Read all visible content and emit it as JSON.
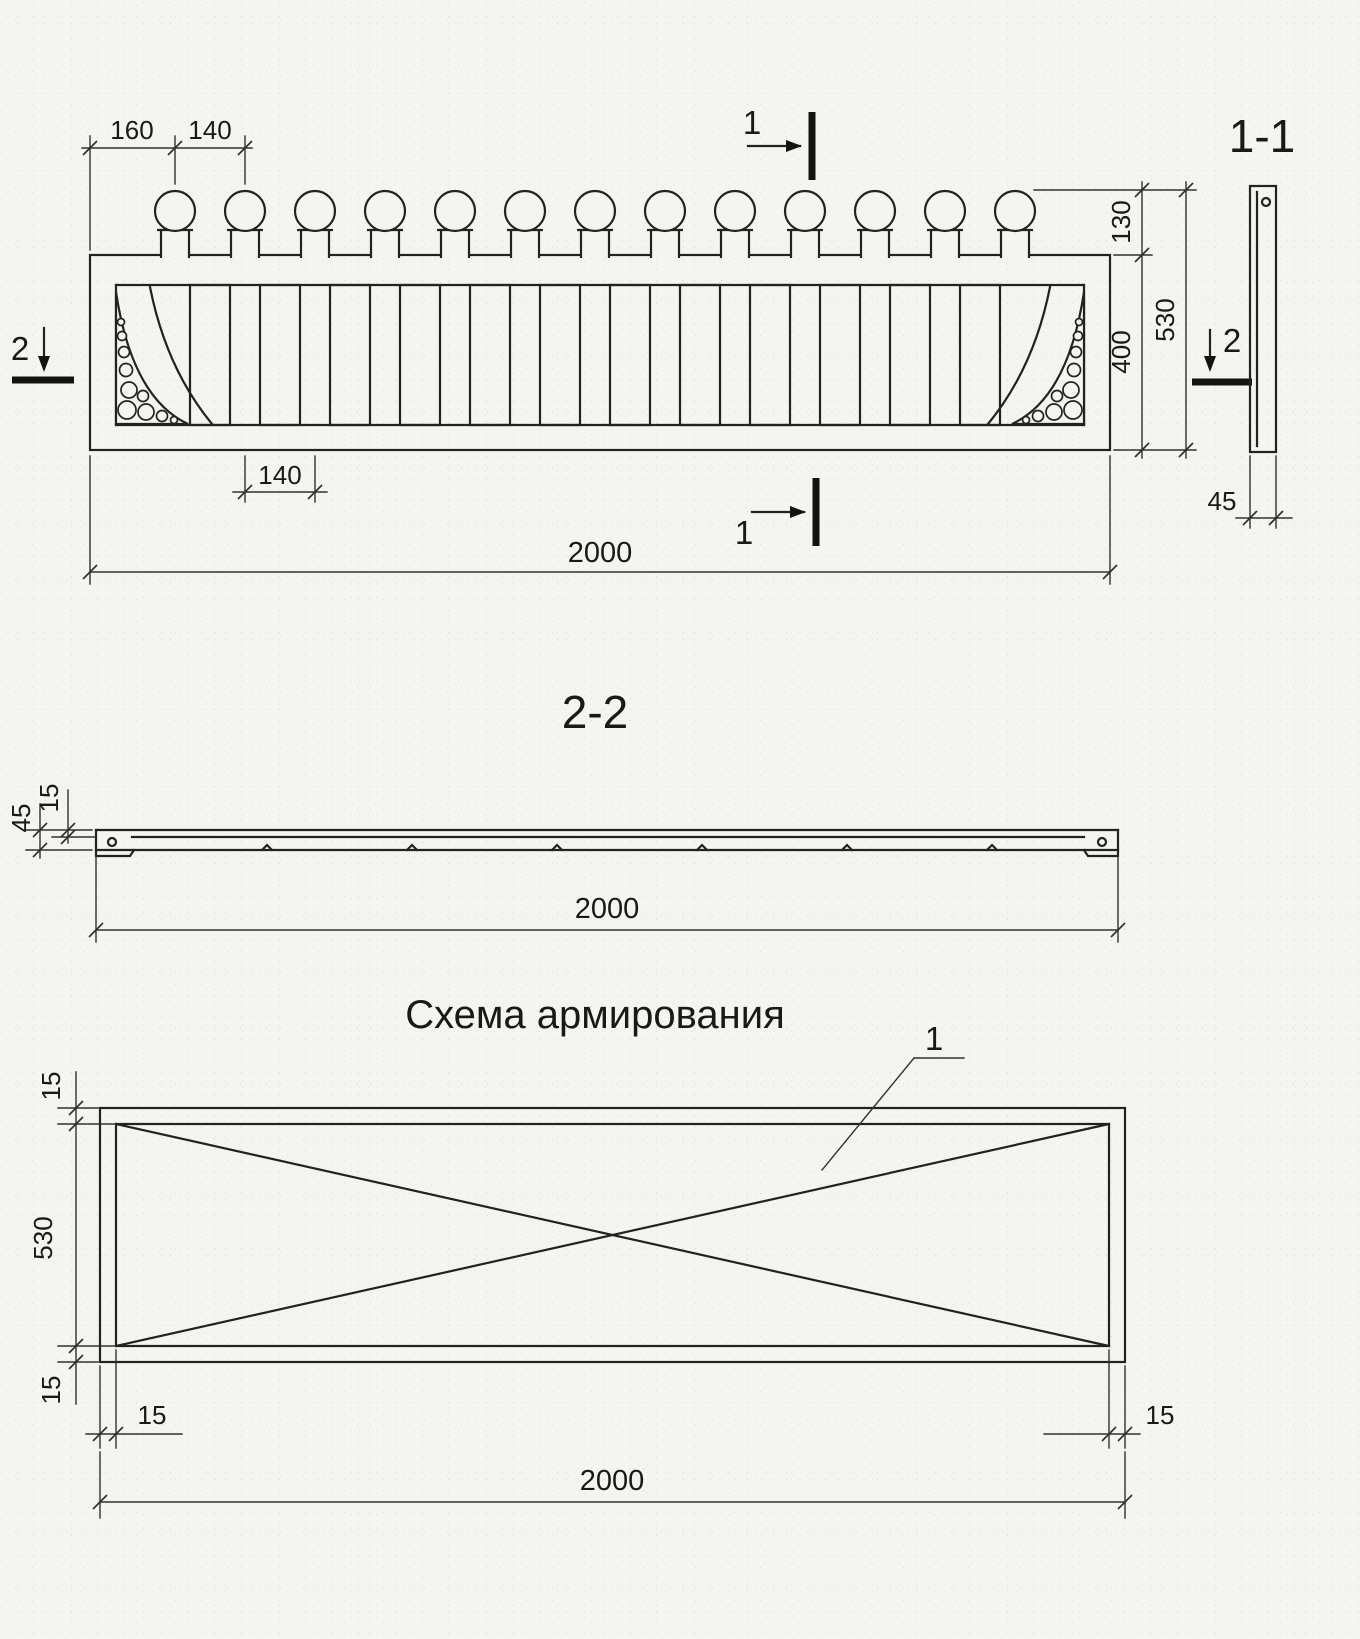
{
  "palette": {
    "paper": "#f4f4f1",
    "ink": "#22221f"
  },
  "elevation": {
    "dims": {
      "d160": "160",
      "d140_top": "140",
      "d130": "130",
      "d400": "400",
      "d530": "530",
      "d140_bottom": "140",
      "d2000": "2000"
    },
    "markers": {
      "m1_top": "1",
      "m1_bottom": "1",
      "m2_left": "2",
      "m2_right": "2"
    }
  },
  "section11": {
    "title": "1-1",
    "dims": {
      "d45": "45"
    }
  },
  "section22": {
    "title": "2-2",
    "dims": {
      "d15": "15",
      "d45": "45",
      "d2000": "2000"
    }
  },
  "reinforcement": {
    "title": "Схема армирования",
    "callout": "1",
    "dims": {
      "d15_top": "15",
      "d530": "530",
      "d15_bottom": "15",
      "d15_left": "15",
      "d15_right": "15",
      "d2000": "2000"
    }
  }
}
